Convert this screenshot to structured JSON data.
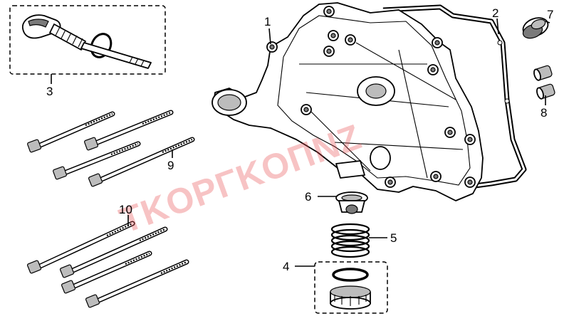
{
  "watermark": "TKOPΓKOΠNZ",
  "callouts": [
    {
      "id": "1",
      "label": "1"
    },
    {
      "id": "2",
      "label": "2"
    },
    {
      "id": "3",
      "label": "3"
    },
    {
      "id": "4",
      "label": "4"
    },
    {
      "id": "5",
      "label": "5"
    },
    {
      "id": "6",
      "label": "6"
    },
    {
      "id": "7",
      "label": "7"
    },
    {
      "id": "8",
      "label": "8"
    },
    {
      "id": "9",
      "label": "9"
    },
    {
      "id": "10",
      "label": "10"
    }
  ]
}
